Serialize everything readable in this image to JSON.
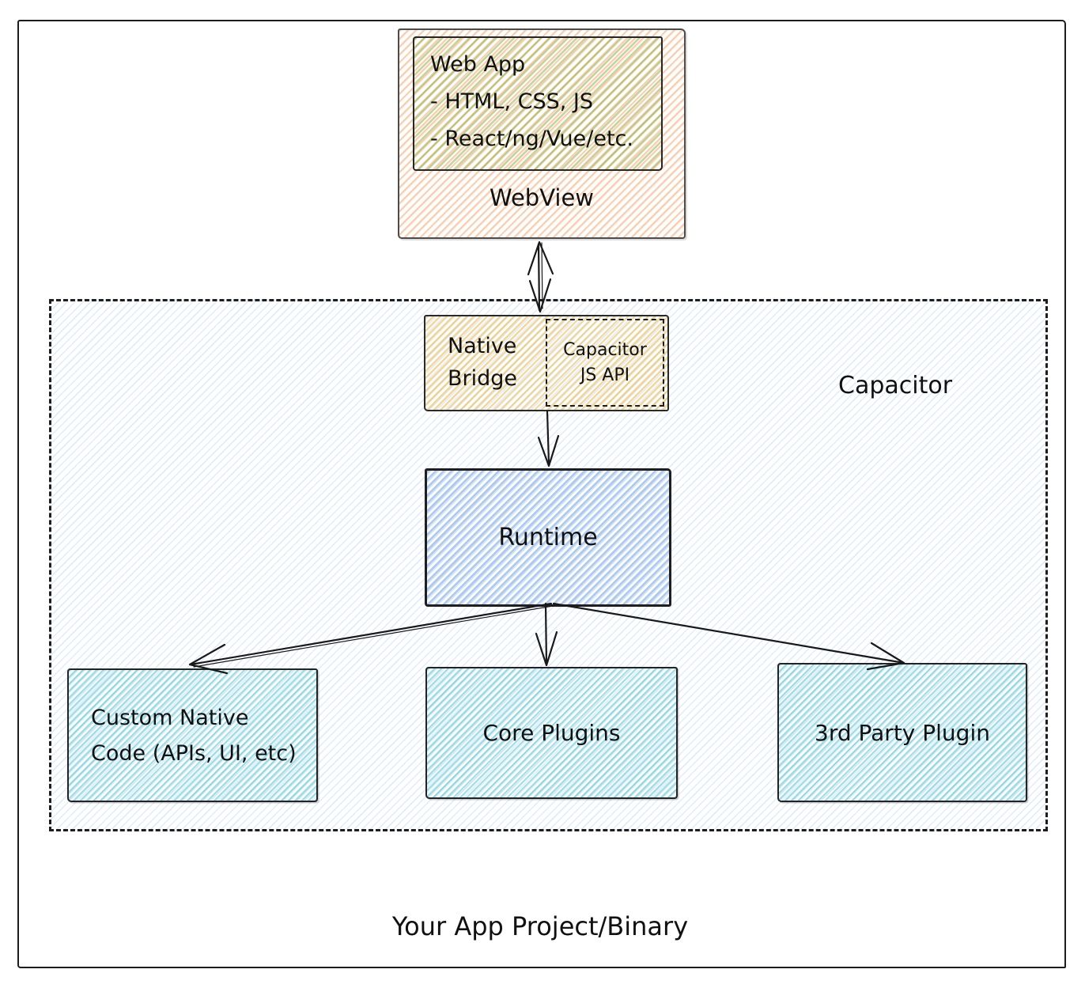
{
  "diagram": {
    "webview": {
      "title": "WebView",
      "web_app_lines": [
        "Web App",
        "- HTML, CSS, JS",
        "- React/ng/Vue/etc."
      ]
    },
    "capacitor": {
      "title": "Capacitor",
      "native_bridge": "Native Bridge",
      "js_api": "Capacitor JS API",
      "runtime": "Runtime",
      "plugins": [
        "Custom Native Code (APIs, UI, etc)",
        "Core Plugins",
        "3rd Party Plugin"
      ]
    },
    "footer": "Your App Project/Binary",
    "colors": {
      "webview_hatch": "#f3a66b",
      "webapp_hatch": "#92b24a",
      "bridge_hatch": "#e9b440",
      "runtime_hatch": "#5c93de",
      "plugin_hatch": "#40bacc",
      "container_hatch": "#a4c8f0",
      "stroke": "#1b1b1b"
    }
  }
}
